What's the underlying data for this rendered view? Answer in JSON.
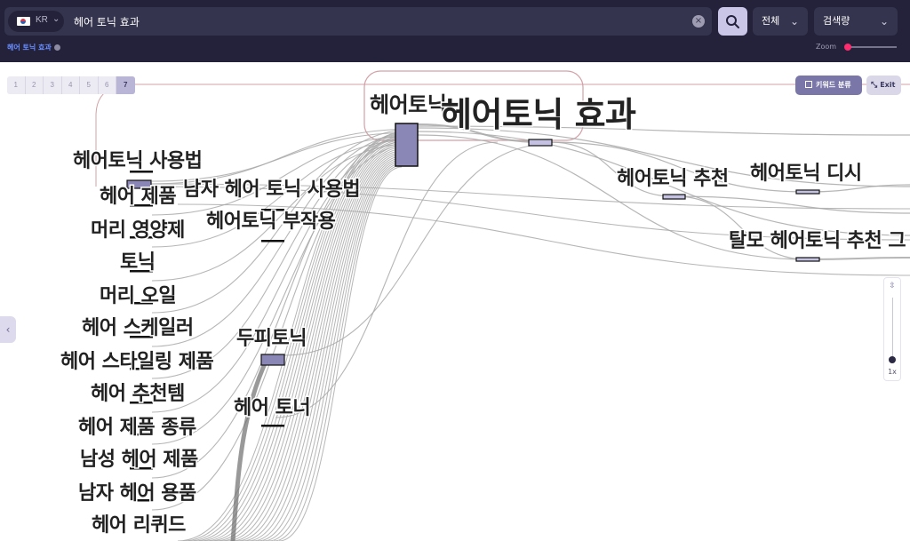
{
  "search": {
    "region": "KR",
    "query": "헤어 토닉 효과",
    "clear_icon": "×"
  },
  "filters": {
    "scope": "전체",
    "metric": "검색량"
  },
  "breadcrumb": "헤어 토닉 효과",
  "zoom": {
    "label": "Zoom",
    "level": "1x"
  },
  "step_tabs": [
    "1",
    "2",
    "3",
    "4",
    "5",
    "6",
    "7"
  ],
  "active_step": "7",
  "toolbar": {
    "keyword_button": "키워드 분류",
    "exit_button": "Exit"
  },
  "graph": {
    "hub_top": "헤어토닉",
    "hub_title": "헤어토닉 효과",
    "right_labels": [
      "헤어토닉 추천",
      "헤어토닉 디시",
      "탈모 헤어토닉 추천 그"
    ],
    "mid_labels": [
      "남자 헤어 토닉 사용법",
      "헤어토닉 부작용",
      "두피토닉",
      "헤어 토너"
    ],
    "left_labels": [
      "헤어토닉 사용법",
      "헤어 제품",
      "머리 영양제",
      "토닉",
      "머리 오일",
      "헤어 스케일러",
      "헤어 스타일링 제품",
      "헤어 추천템",
      "헤어 제품 종류",
      "남성 헤어 제품",
      "남자 헤어 용품",
      "헤어 리퀴드"
    ]
  },
  "colors": {
    "topbar": "#23223a",
    "node_fill": "#8a86b5",
    "node_light": "#c4c1e3",
    "link": "#a9a9a9",
    "accent": "#ff2d6f",
    "cluster_border": "#d3a0a6"
  }
}
